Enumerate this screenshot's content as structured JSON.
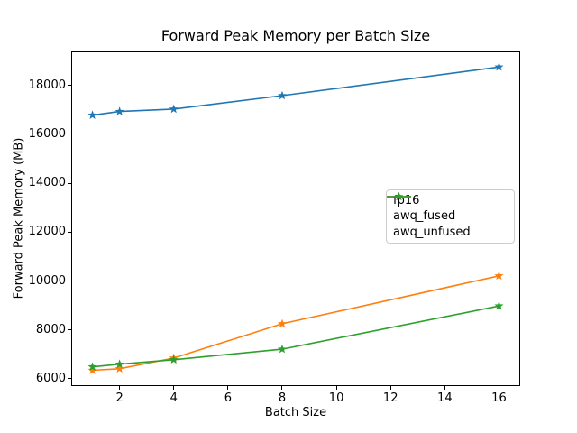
{
  "chart_data": {
    "type": "line",
    "title": "Forward Peak Memory per Batch Size",
    "xlabel": "Batch Size",
    "ylabel": "Forward Peak Memory (MB)",
    "x": [
      1,
      2,
      4,
      8,
      16
    ],
    "series": [
      {
        "name": "fp16",
        "color": "#1f77b4",
        "marker": "star",
        "values": [
          16780,
          16930,
          17030,
          17580,
          18750
        ]
      },
      {
        "name": "awq_fused",
        "color": "#ff7f0e",
        "marker": "star",
        "values": [
          6350,
          6410,
          6850,
          8250,
          10210
        ]
      },
      {
        "name": "awq_unfused",
        "color": "#2ca02c",
        "marker": "star",
        "values": [
          6490,
          6600,
          6780,
          7210,
          8980
        ]
      }
    ],
    "xlim": [
      0.25,
      16.75
    ],
    "ylim": [
      5740,
      19350
    ],
    "xticks": [
      2,
      4,
      6,
      8,
      10,
      12,
      14,
      16
    ],
    "yticks": [
      6000,
      8000,
      10000,
      12000,
      14000,
      16000,
      18000
    ],
    "grid": false,
    "legend": {
      "position": "center-right",
      "entries": [
        "fp16",
        "awq_fused",
        "awq_unfused"
      ]
    },
    "colors": {
      "background": "#ffffff",
      "axes": "#000000",
      "text": "#000000",
      "legend_border": "#cccccc"
    }
  }
}
